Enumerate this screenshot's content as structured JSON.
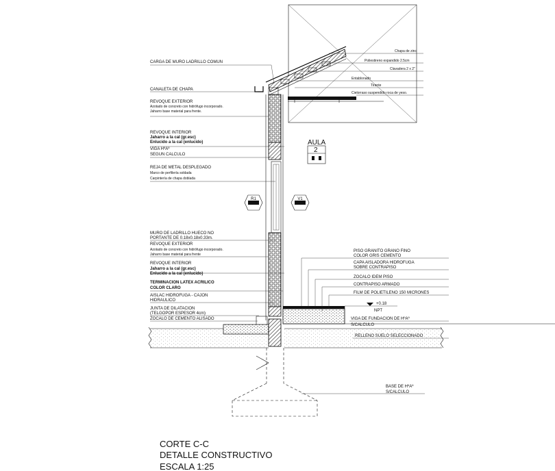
{
  "roof_labels": [
    "Chapa de zinc",
    "Poliestireno expandido 2.5cm",
    "Clavadera 2 x 2\"",
    "Entablonado",
    "Tirante",
    "Cielorraso suspendido roca de yeso."
  ],
  "left_labels": {
    "carga": "CARGA DE MURO LADRILLO COMUN",
    "canaleta": "CANALETA DE CHAPA",
    "revoque_ext_1": {
      "title": "REVOQUE EXTERIOR",
      "line1": "Azotado de concreto con hidrófugo incorporado.",
      "line2": "Jaharro base material para frente."
    },
    "revoque_int_1": {
      "title": "REVOQUE INTERIOR",
      "line1": "Jaharro a la cal (gr.esc)",
      "line2": "Enlucido a la cal (enlucido)"
    },
    "viga": {
      "line1": "VIGA HºAº",
      "line2": "SEGUN CALCULO"
    },
    "reja": {
      "title": "REJA DE METAL DESPLEGADO",
      "line1": "Marco de perfilería soldada",
      "line2": "Carpintería de chapa doblada"
    },
    "muro": {
      "line1": "MURO DE LADRILLO HUECO NO",
      "line2": "PORTANTE DE 0.18x0.18x0.33m."
    },
    "revoque_ext_2": {
      "title": "REVOQUE EXTERIOR",
      "line1": "Azotado de concreto con hidrófugo incorporado.",
      "line2": "Jaharro base material para frente"
    },
    "revoque_int_2": {
      "title": "REVOQUE INTERIOR",
      "line1": "Jaharro a la cal (gr.esc)",
      "line2": "Enlucido a la cal (enlucido)"
    },
    "terminacion": {
      "line1": "TERMINACION LATEX ACRILICO",
      "line2": "COLOR CLARO"
    },
    "aislacion": {
      "line1": "AISLAC HIDROFUGA - CAJON",
      "line2": "HIDRAULICO"
    },
    "junta": {
      "line1": "JUNTA DE DILATACION",
      "line2": "(TELGOPOR ESPESOR 4cm)"
    },
    "zocalo_cemento": "ZOCALO DE CEMENTO ALISADO"
  },
  "right_labels": {
    "piso": {
      "line1": "PISO GRANITO GRANO FINO",
      "line2": "COLOR GRIS CEMENTO"
    },
    "capa": {
      "line1": "CAPA AISLADORA HIDROFUGA",
      "line2": "SOBRE CONTRAPISO"
    },
    "zocalo_piso": "ZOCALO IDEM PISO",
    "contrapiso": "CONTRAPISO ARMADO",
    "film": "FILM DE POLIETILENO 150 MICRONES",
    "level": "+0.18",
    "npt": "NPT",
    "viga_fundacion": {
      "line1": "VIGA DE FUNDACION DE HºAº",
      "line2": "S/CALCULO"
    },
    "relleno": "RELLENO SUELO SELECCIONADO",
    "base": {
      "line1": "BASE DE HºAº",
      "line2": "S/CALCULO"
    }
  },
  "aula": {
    "label": "AULA",
    "number": "2"
  },
  "tags": {
    "r1": "R1",
    "v1": "V1"
  },
  "title_block": {
    "line1": "CORTE C-C",
    "line2": "DETALLE  CONSTRUCTIVO",
    "line3": "ESCALA 1:25"
  }
}
